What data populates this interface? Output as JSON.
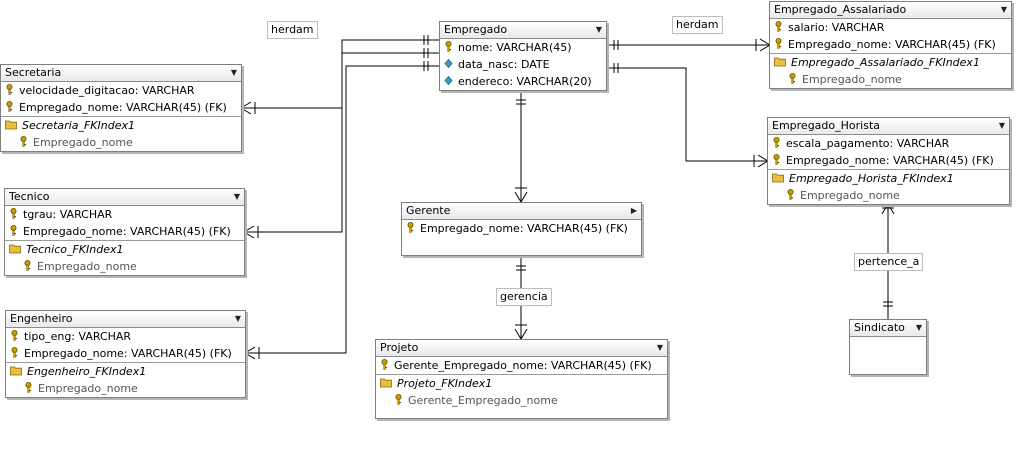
{
  "relationship_labels": {
    "herdam_left": "herdam",
    "herdam_right": "herdam",
    "gerencia": "gerencia",
    "pertence_a": "pertence_a"
  },
  "empregado": {
    "title": "Empregado",
    "attributes": [
      "nome: VARCHAR(45)",
      "data_nasc: DATE",
      "endereco: VARCHAR(20)"
    ]
  },
  "empregado_assalariado": {
    "title": "Empregado_Assalariado",
    "attributes": [
      "salario: VARCHAR",
      "Empregado_nome: VARCHAR(45) (FK)"
    ],
    "index_name": "Empregado_Assalariado_FKIndex1",
    "index_column": "Empregado_nome"
  },
  "empregado_horista": {
    "title": "Empregado_Horista",
    "attributes": [
      "escala_pagamento: VARCHAR",
      "Empregado_nome: VARCHAR(45) (FK)"
    ],
    "index_name": "Empregado_Horista_FKIndex1",
    "index_column": "Empregado_nome"
  },
  "secretaria": {
    "title": "Secretaria",
    "attributes": [
      "velocidade_digitacao: VARCHAR",
      "Empregado_nome: VARCHAR(45) (FK)"
    ],
    "index_name": "Secretaria_FKIndex1",
    "index_column": "Empregado_nome"
  },
  "tecnico": {
    "title": "Tecnico",
    "attributes": [
      "tgrau: VARCHAR",
      "Empregado_nome: VARCHAR(45) (FK)"
    ],
    "index_name": "Tecnico_FKIndex1",
    "index_column": "Empregado_nome"
  },
  "engenheiro": {
    "title": "Engenheiro",
    "attributes": [
      "tipo_eng: VARCHAR",
      "Empregado_nome: VARCHAR(45) (FK)"
    ],
    "index_name": "Engenheiro_FKIndex1",
    "index_column": "Empregado_nome"
  },
  "gerente": {
    "title": "Gerente",
    "attributes": [
      "Empregado_nome: VARCHAR(45) (FK)"
    ]
  },
  "projeto": {
    "title": "Projeto",
    "attributes": [
      "Gerente_Empregado_nome: VARCHAR(45) (FK)"
    ],
    "index_name": "Projeto_FKIndex1",
    "index_column": "Gerente_Empregado_nome"
  },
  "sindicato": {
    "title": "Sindicato"
  },
  "colors": {
    "key_icon": "#c8a000",
    "attr_icon": "#3aa0c8",
    "index_icon": "#e8c040"
  }
}
